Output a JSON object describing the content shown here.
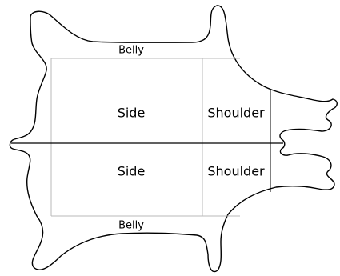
{
  "labels": {
    "belly_top": "Belly",
    "side_top": "Side",
    "shoulder_top": "Shoulder",
    "side_bottom": "Side",
    "shoulder_bottom": "Shoulder",
    "belly_bottom": "Belly"
  },
  "colors": {
    "outline": "#000000",
    "section_lines": "#b8b8b8",
    "background": "#ffffff"
  }
}
